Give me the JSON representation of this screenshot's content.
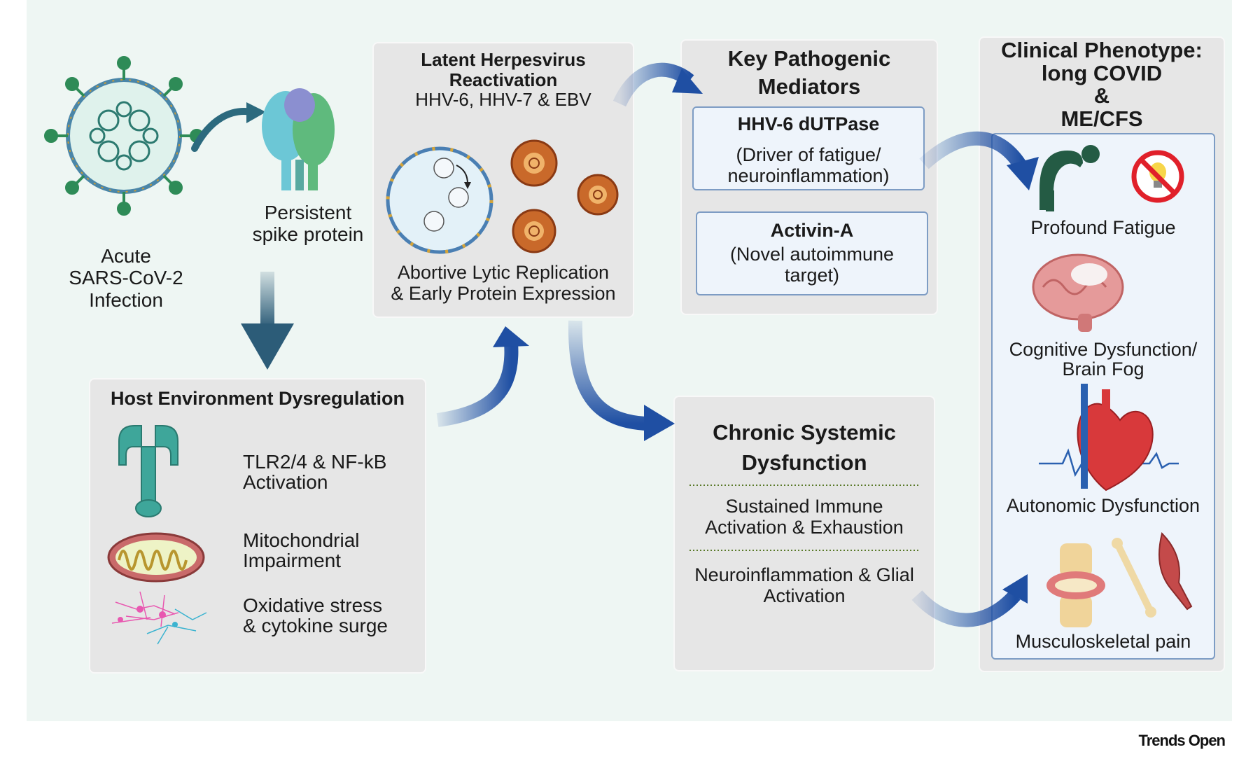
{
  "acute": {
    "line1": "Acute",
    "line2": "SARS-CoV-2",
    "line3": "Infection"
  },
  "spike": {
    "line1": "Persistent",
    "line2": "spike protein"
  },
  "latent": {
    "title1": "Latent Herpesvirus",
    "title2": "Reactivation",
    "subtitle": "HHV-6, HHV-7 & EBV",
    "caption1": "Abortive Lytic Replication",
    "caption2": "& Early Protein Expression"
  },
  "host": {
    "title": "Host Environment Dysregulation",
    "items": [
      {
        "line1": "TLR2/4 & NF-kB",
        "line2": "Activation"
      },
      {
        "line1": "Mitochondrial",
        "line2": "Impairment"
      },
      {
        "line1": "Oxidative stress",
        "line2": "& cytokine surge"
      }
    ]
  },
  "mediators": {
    "title1": "Key Pathogenic",
    "title2": "Mediators",
    "dutpase_title": "HHV-6 dUTPase",
    "dutpase_line1": "(Driver of fatigue/",
    "dutpase_line2": "neuroinflammation)",
    "activin_title": "Activin-A",
    "activin_line1": "(Novel autoimmune",
    "activin_line2": "target)"
  },
  "chronic": {
    "title1": "Chronic Systemic",
    "title2": "Dysfunction",
    "item1_line1": "Sustained Immune",
    "item1_line2": "Activation & Exhaustion",
    "item2_line1": "Neuroinflammation & Glial",
    "item2_line2": "Activation"
  },
  "clinical": {
    "title1": "Clinical Phenotype:",
    "title2": "long COVID",
    "title3": "&",
    "title4": "ME/CFS",
    "fatigue": "Profound Fatigue",
    "cognitive1": "Cognitive Dysfunction/",
    "cognitive2": "Brain Fog",
    "autonomic": "Autonomic Dysfunction",
    "msk": "Musculoskeletal pain"
  },
  "logo": "Trends Open",
  "colors": {
    "arrow_blue": "#1f4fa3",
    "arrow_teal": "#2c5c78",
    "virus_green": "#2e8b57",
    "panel_border": "#7d9cc4"
  }
}
